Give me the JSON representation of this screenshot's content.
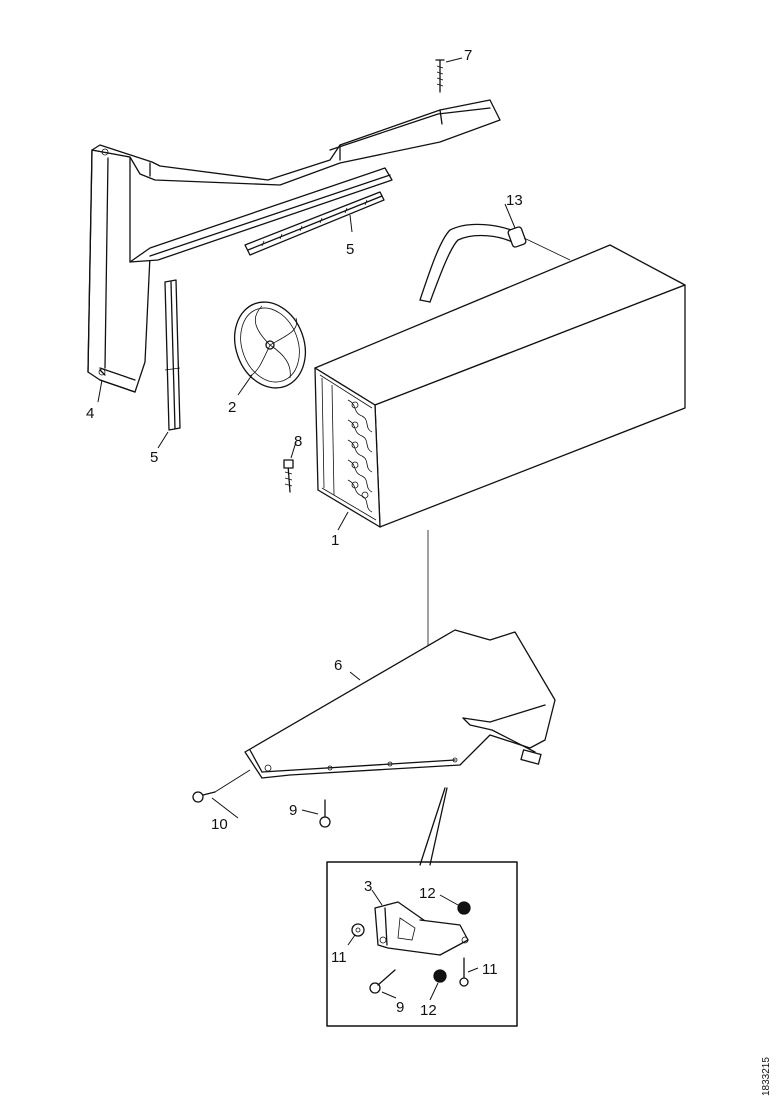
{
  "diagram": {
    "callouts": {
      "part_1": "1",
      "part_2": "2",
      "part_3": "3",
      "part_4": "4",
      "part_5_top": "5",
      "part_5_left": "5",
      "part_6": "6",
      "part_7": "7",
      "part_8": "8",
      "part_9_base": "9",
      "part_9_inset": "9",
      "part_10": "10",
      "part_11_left": "11",
      "part_11_right": "11",
      "part_12_top": "12",
      "part_12_bottom": "12",
      "part_13": "13"
    },
    "document_number": "1833215"
  }
}
